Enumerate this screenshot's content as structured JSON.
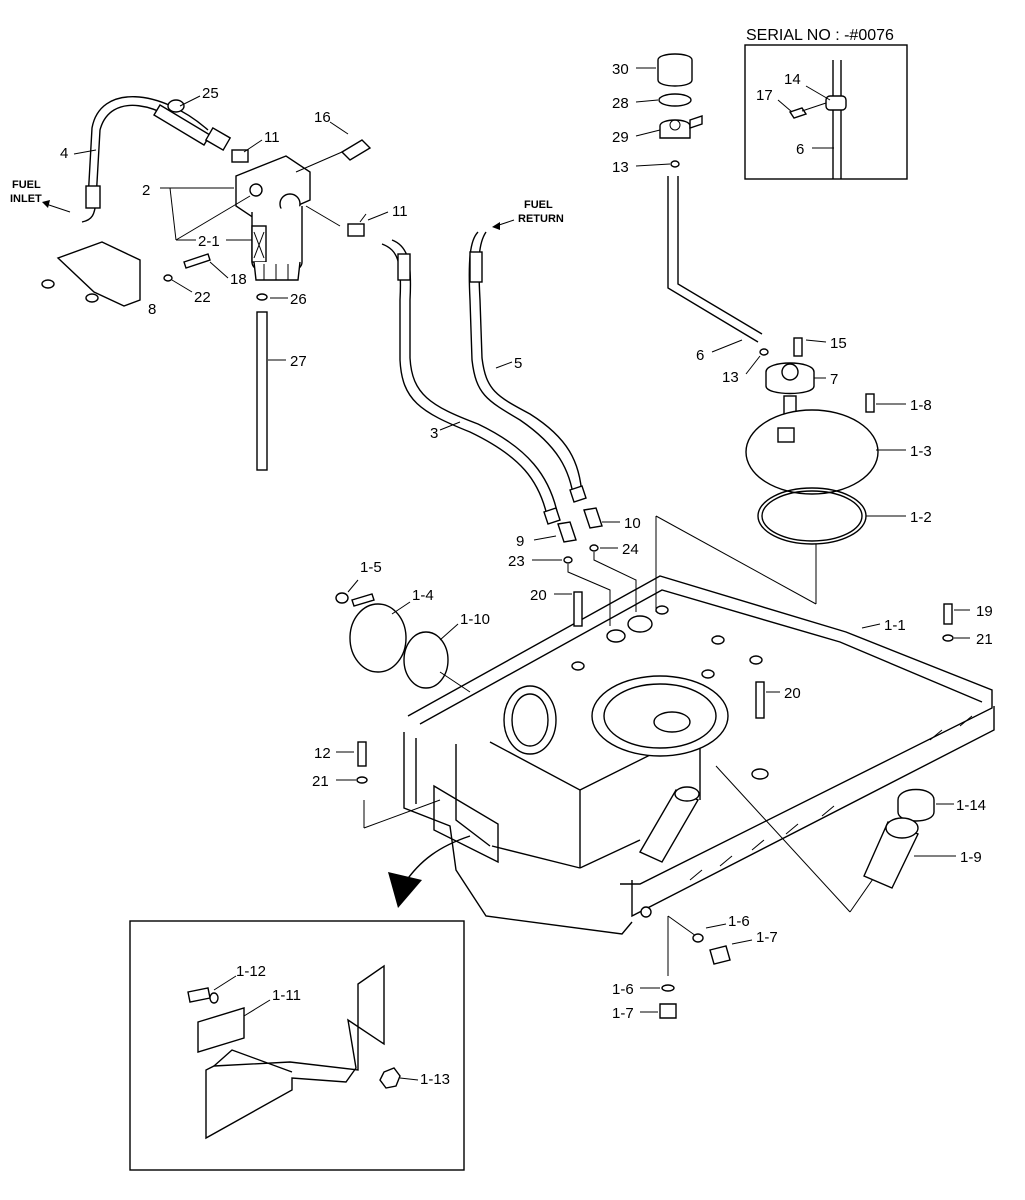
{
  "title": "",
  "serial_note": "SERIAL NO : -#0076",
  "fuel_inlet": [
    "FUEL",
    "INLET"
  ],
  "fuel_return": [
    "FUEL",
    "RETURN"
  ],
  "labels": {
    "p25": "25",
    "p4": "4",
    "p11a": "11",
    "p16": "16",
    "p2": "2",
    "p2_1": "2-1",
    "p11b": "11",
    "p18": "18",
    "p22": "22",
    "p8": "8",
    "p26": "26",
    "p27": "27",
    "p30": "30",
    "p28": "28",
    "p29": "29",
    "p13a": "13",
    "p14": "14",
    "p17": "17",
    "p6a": "6",
    "p6b": "6",
    "p15": "15",
    "p13b": "13",
    "p7": "7",
    "p1_8": "1-8",
    "p1_3": "1-3",
    "p1_2": "1-2",
    "p5": "5",
    "p3": "3",
    "p9": "9",
    "p10": "10",
    "p23": "23",
    "p24": "24",
    "p1_5": "1-5",
    "p1_4": "1-4",
    "p1_10": "1-10",
    "p20a": "20",
    "p19": "19",
    "p1_1": "1-1",
    "p21a": "21",
    "p20b": "20",
    "p12": "12",
    "p21b": "21",
    "p1_14": "1-14",
    "p1_9": "1-9",
    "p1_6a": "1-6",
    "p1_7a": "1-7",
    "p1_6b": "1-6",
    "p1_7b": "1-7",
    "p1_12": "1-12",
    "p1_11": "1-11",
    "p1_13": "1-13"
  }
}
